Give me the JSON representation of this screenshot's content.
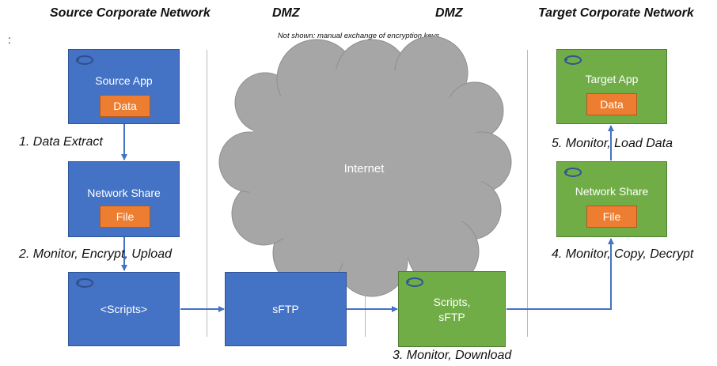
{
  "headers": {
    "source": "Source Corporate Network",
    "dmz_left": "DMZ",
    "dmz_right": "DMZ",
    "target": "Target Corporate Network"
  },
  "note": "Not shown: manual exchange of encryption keys",
  "colon": ":",
  "cloud_label": "Internet",
  "boxes": {
    "source_app": {
      "title": "Source App",
      "tag": "Data"
    },
    "source_share": {
      "title": "Network Share",
      "tag": "File"
    },
    "source_scripts": {
      "title": "<Scripts>"
    },
    "sftp": {
      "title": "sFTP"
    },
    "target_scripts": {
      "title_line1": "Scripts,",
      "title_line2": "sFTP"
    },
    "target_share": {
      "title": "Network Share",
      "tag": "File"
    },
    "target_app": {
      "title": "Target App",
      "tag": "Data"
    }
  },
  "steps": {
    "step1": "1. Data Extract",
    "step2": "2. Monitor, Encrypt, Upload",
    "step3": "3. Monitor, Download",
    "step4": "4. Monitor, Copy, Decrypt",
    "step5": "5. Monitor, Load Data"
  },
  "colors": {
    "blue": "#4472c4",
    "green": "#70ad47",
    "orange": "#ed7d31",
    "cloud": "#a6a6a6",
    "arrow": "#4472c4"
  },
  "icons": [
    "refresh-cycle-icon",
    "cloud-shape"
  ]
}
